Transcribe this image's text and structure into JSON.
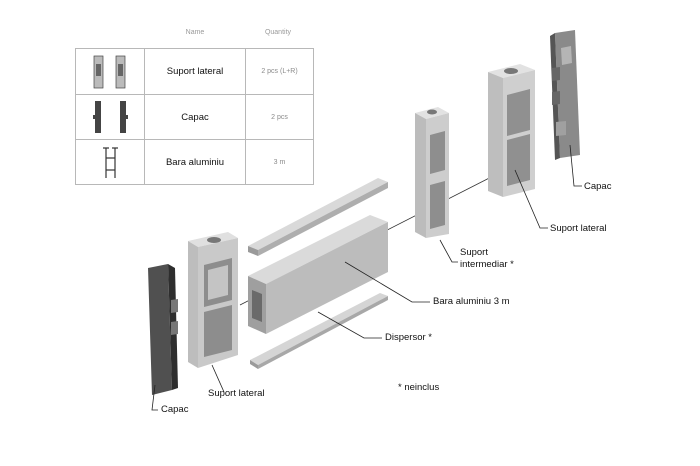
{
  "table": {
    "header_name": "Name",
    "header_quantity": "Quantity",
    "rows": [
      {
        "name": "Suport lateral",
        "quantity": "2 pcs (L+R)",
        "icon": "side-support-icon"
      },
      {
        "name": "Capac",
        "quantity": "2 pcs",
        "icon": "end-cap-icon"
      },
      {
        "name": "Bara  aluminiu",
        "quantity": "3 m",
        "icon": "aluminium-bar-icon"
      }
    ]
  },
  "callouts": {
    "capac_right": "Capac",
    "suport_lateral_right": "Suport lateral",
    "suport_intermediar_line1": "Suport",
    "suport_intermediar_line2": "intermediar *",
    "bara_aluminiu": "Bara aluminiu 3 m",
    "dispersor": "Dispersor *",
    "suport_lateral_left": "Suport lateral",
    "capac_left": "Capac",
    "footnote": "* neinclus"
  },
  "colors": {
    "part_light": "#d6d6d6",
    "part_mid": "#a9a9a9",
    "part_dark": "#5c5c5c",
    "cap_dark": "#3f3f3f",
    "line": "#222222",
    "grid": "#b8b8b8"
  }
}
